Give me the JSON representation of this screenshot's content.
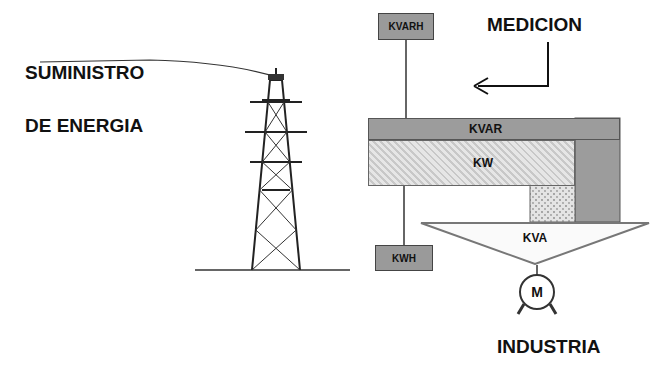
{
  "diagram": {
    "nodes": [
      {
        "text": [
          "KVARH"
        ]
      },
      {
        "text": [
          "KVAR"
        ]
      },
      {
        "text": [
          "KW"
        ]
      },
      {
        "text": [
          "KVA"
        ]
      },
      {
        "text": [
          "KWH"
        ]
      },
      {
        "text": [
          "M"
        ]
      }
    ],
    "edges": [
      {
        "from": 0,
        "to": 1,
        "arrow": "none"
      },
      {
        "from": 2,
        "to": 4,
        "arrow": "none"
      }
    ],
    "labels": [
      "SUMINISTRO",
      "DE ENERGIA",
      "MEDICION",
      "INDUSTRIA"
    ]
  }
}
